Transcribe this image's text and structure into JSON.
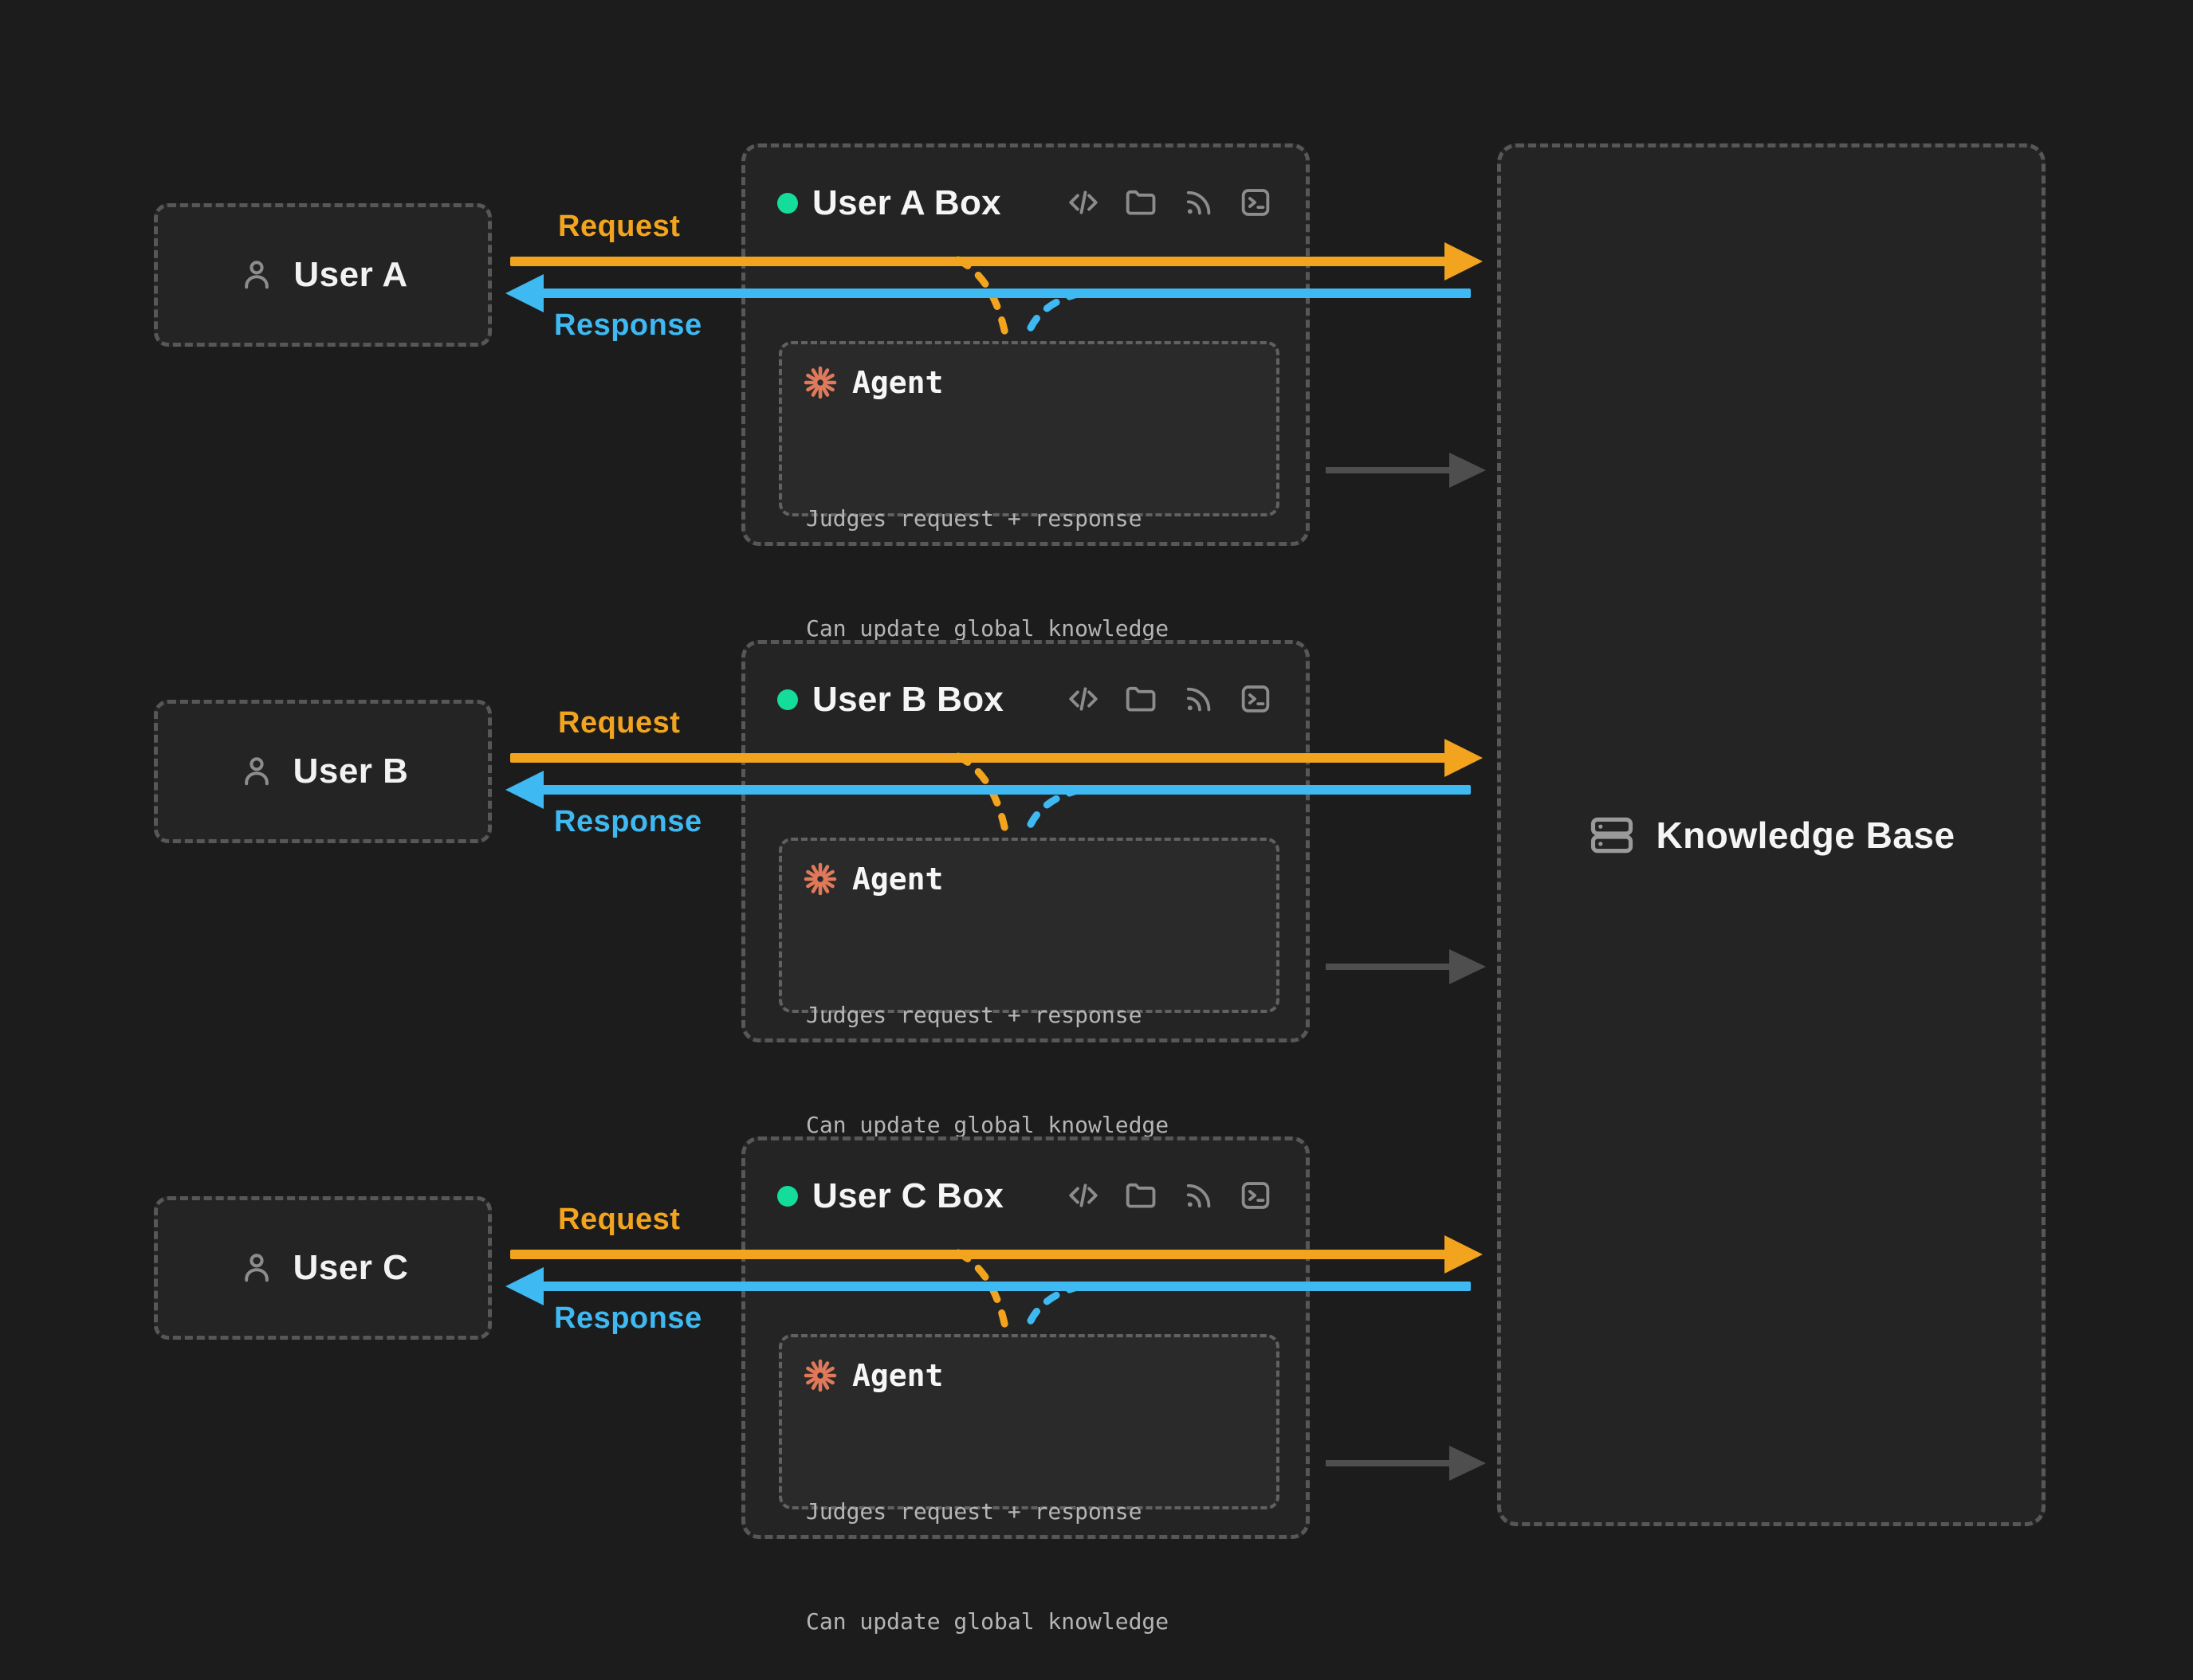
{
  "colors": {
    "bg": "#1c1c1c",
    "panel": "#242424",
    "dash": "#575757",
    "orange": "#f2a41f",
    "blue": "#3eb9f2",
    "green": "#14dc9b",
    "salmon": "#e0795a"
  },
  "labels": {
    "request": "Request",
    "response": "Response"
  },
  "agent": {
    "title": "Agent",
    "desc_line1": "Judges request + response",
    "desc_line2": "Can update global knowledge",
    "icon": "starburst-icon"
  },
  "rows": [
    {
      "user_label": "User A",
      "box_title": "User A Box"
    },
    {
      "user_label": "User B",
      "box_title": "User B Box"
    },
    {
      "user_label": "User C",
      "box_title": "User C Box"
    }
  ],
  "header_icons": [
    "code-icon",
    "folder-icon",
    "rss-icon",
    "terminal-icon"
  ],
  "knowledge_base": {
    "label": "Knowledge Base",
    "icon": "server-stack-icon"
  }
}
